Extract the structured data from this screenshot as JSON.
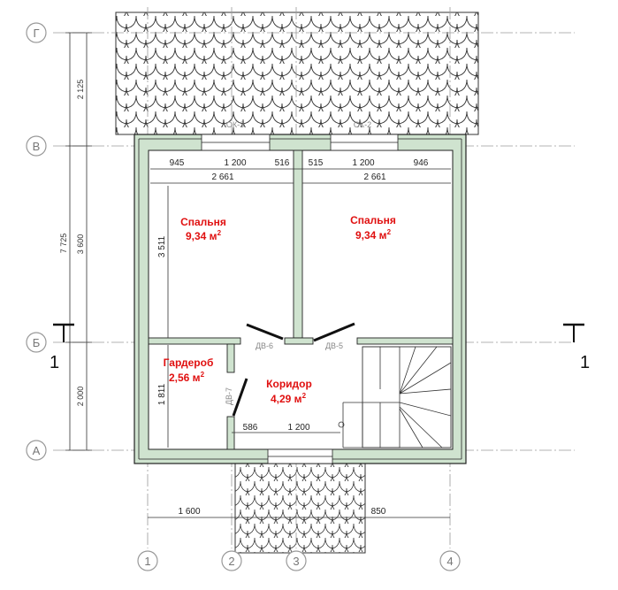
{
  "axes": {
    "rows": [
      "Г",
      "В",
      "Б",
      "А"
    ],
    "cols": [
      "1",
      "2",
      "3",
      "4"
    ]
  },
  "rooms": [
    {
      "name": "Спальня",
      "area": "9,34 м",
      "sup": "2"
    },
    {
      "name": "Спальня",
      "area": "9,34 м",
      "sup": "2"
    },
    {
      "name": "Гардероб",
      "area": "2,56 м",
      "sup": "2"
    },
    {
      "name": "Коридор",
      "area": "4,29 м",
      "sup": "2"
    }
  ],
  "dimensions": {
    "top_row": [
      "945",
      "1 200",
      "516",
      "515",
      "1 200",
      "946"
    ],
    "room_widths": [
      "2 661",
      "2 661"
    ],
    "bedroom_height": "3 511",
    "wardrobe_height": "1 811",
    "corridor_row": [
      "586",
      "1 200"
    ],
    "left_chain": [
      "7 725",
      "2 125",
      "3 600",
      "2 000"
    ],
    "bottom_row": [
      "1 600",
      "850"
    ]
  },
  "openings": {
    "windows": [
      "ОК-3",
      "ОК-2"
    ],
    "doors": [
      "ДВ-6",
      "ДВ-5",
      "ДВ-7"
    ]
  },
  "section_mark": "1",
  "colors": {
    "wall_fill": "#cfe3cf",
    "room_label": "#e01010",
    "axis_line": "#9a9a9a"
  }
}
